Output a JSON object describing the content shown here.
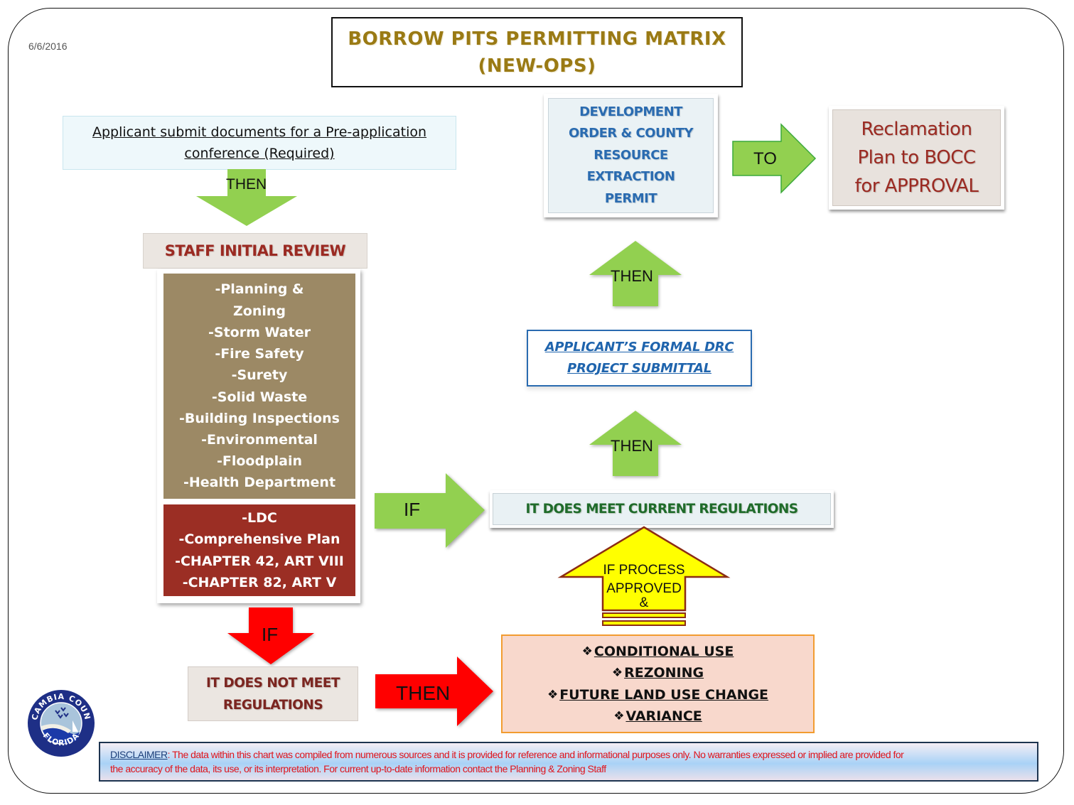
{
  "page": {
    "date": "6/6/2016",
    "title_lines": [
      "BORROW PITS PERMITTING MATRIX",
      "(NEW-OPS)"
    ]
  },
  "nodes": {
    "pre_application": "Applicant submit documents for a Pre-application conference (Required)",
    "staff_initial_review": "STAFF INITIAL REVIEW",
    "review_departments": [
      "-Planning &",
      "Zoning",
      "-Storm Water",
      "-Fire Safety",
      "-Surety",
      "-Solid Waste",
      "-Building Inspections",
      "-Environmental",
      "-Floodplain",
      "-Health Department"
    ],
    "review_regulations": [
      "-LDC",
      "-Comprehensive Plan",
      "-CHAPTER 42, ART VIII",
      "-CHAPTER 82, ART V"
    ],
    "meets_regulations": "IT DOES MEET CURRENT REGULATIONS",
    "formal_drc_lines": [
      "APPLICANT’S FORMAL DRC",
      "PROJECT SUBMITTAL"
    ],
    "development_order_lines": [
      "DEVELOPMENT",
      "ORDER & COUNTY",
      "RESOURCE",
      "EXTRACTION",
      "PERMIT"
    ],
    "reclamation_lines": [
      "Reclamation",
      "Plan to BOCC",
      "for APPROVAL"
    ],
    "does_not_meet_lines": [
      "IT DOES NOT MEET",
      "REGULATIONS"
    ],
    "options_bullet": "❖",
    "options": [
      "CONDITIONAL USE",
      "REZONING",
      "FUTURE LAND USE CHANGE",
      "VARIANCE"
    ]
  },
  "arrows": {
    "then_down": "THEN",
    "if_right": "IF",
    "then_up_1": "THEN",
    "then_up_2": "THEN",
    "to_right": "TO",
    "if_down_red": "IF",
    "then_right_red": "THEN",
    "process_approved_lines": [
      "IF PROCESS",
      "APPROVED",
      "&"
    ]
  },
  "colors": {
    "green_arrow": "#92d050",
    "red_arrow": "#ff0000",
    "yellow_arrow": "#ffff00",
    "title_gold": "#9a7a14",
    "staff_brown": "#9c8965",
    "regulation_red": "#9b2e24",
    "link_blue": "#1f64ad",
    "options_fill": "#f8d8cc",
    "options_border": "#f29c30"
  },
  "logo": {
    "top_text": "ESCAMBIA COUNTY",
    "bottom_text": "FLORIDA"
  },
  "disclaimer": {
    "label": "DISCLAIMER",
    "line1": ": The data within this chart was compiled from numerous sources and it is provided for reference and informational purposes only. No warranties expressed or implied are provided for",
    "line2": "the accuracy of the data, its use, or its interpretation. For current  up-to-date information contact the Planning & Zoning Staff"
  }
}
